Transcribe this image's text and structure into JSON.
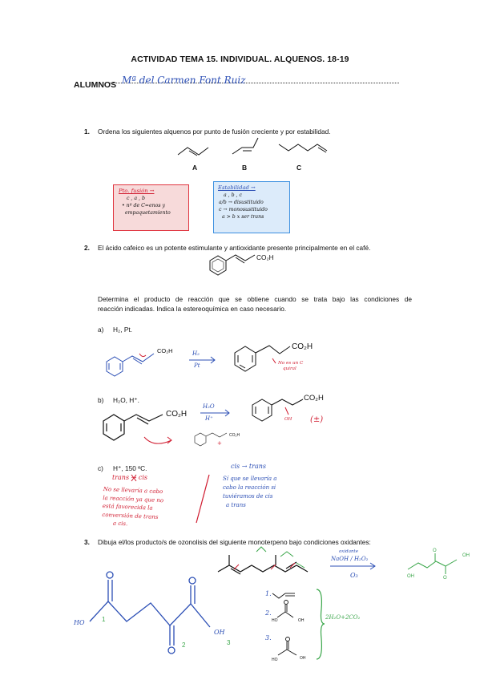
{
  "header": {
    "title": "ACTIVIDAD TEMA 15. INDIVIDUAL. ALQUENOS. 18-19",
    "alumnos_label": "ALUMNOS",
    "student_name": "Mª del Carmen Font Ruiz"
  },
  "q1": {
    "number": "1.",
    "text": "Ordena los siguientes alquenos por punto de fusión creciente y por estabilidad.",
    "labels": [
      "A",
      "B",
      "C"
    ],
    "melting_box": {
      "title": "Pto. fusión →",
      "lines": [
        "c , a , b",
        "• nº de C=enos y",
        "empaquetamiento"
      ]
    },
    "stability_box": {
      "title": "Estabilidad →",
      "lines": [
        "a , b , c",
        "a/b → disustituido",
        "c → monosustituido",
        "a > b x ser trans"
      ]
    }
  },
  "q2": {
    "number": "2.",
    "text": "El ácido cafeico es un potente estimulante y antioxidante presente principalmente en el café.",
    "co2h": "CO₂H",
    "instruction_line1": "Determina el producto de reacción que se obtiene cuando se trata bajo las condiciones de",
    "instruction_line2": "reacción indicadas. Indica la estereoquímica en caso necesario.",
    "a": {
      "label": "a)",
      "conditions": "H₂, Pt.",
      "reagent_top": "H₂",
      "reagent_bottom": "Pt",
      "note_lines": [
        "No es un C",
        "quiral"
      ]
    },
    "b": {
      "label": "b)",
      "conditions": "H₂O, H⁺.",
      "reagent_top": "H₂O",
      "reagent_bottom": "H⁺",
      "oh": "OH",
      "plus_minus": "(±)",
      "plus": "+"
    },
    "c": {
      "label": "c)",
      "conditions": "H⁺, 150 ºC.",
      "red_header": "trans → cis",
      "red_lines": [
        "No se llevaría a cabo",
        "la reacción ya que no",
        "está favorecida la",
        "conversión de trans",
        "a cis."
      ],
      "blue_header": "cis → trans",
      "blue_lines": [
        "Sí que se llevaría a",
        "cabo la reacción si",
        "tuviéramos de cis",
        "a trans"
      ]
    }
  },
  "q3": {
    "number": "3.",
    "text": "Dibuja el/los producto/s de ozonolisis del siguiente monoterpeno bajo condiciones oxidantes:",
    "arrow_top_small": "oxidante",
    "arrow_top": "NaOH / H₂O₂",
    "arrow_bottom": "O₃",
    "product_labels": [
      "1",
      "2",
      "3"
    ],
    "ho_labels": [
      "HO",
      "OH"
    ],
    "green_o": [
      "O",
      "O",
      "OH",
      "OH"
    ],
    "list_numbers": [
      "1.",
      "2.",
      "3."
    ],
    "ho_small": [
      "HO",
      "OH"
    ],
    "side_note": "2H₂O+2CO₂"
  }
}
